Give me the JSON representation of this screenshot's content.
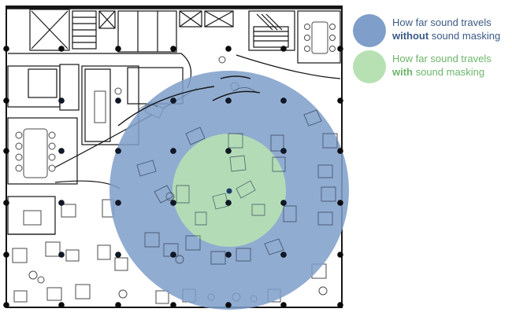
{
  "colors": {
    "without_masking": "#7f9ec9",
    "with_masking": "#b7e1b3",
    "without_text": "#3b5a86",
    "with_text": "#6cb56a",
    "walls": "#151515",
    "furniture": "#4a4a4a",
    "column": "#0b0b0b",
    "speaker_dot": "#1f3a66"
  },
  "legend": {
    "without": {
      "line1": "How far sound travels",
      "bold": "without",
      "rest": " sound masking"
    },
    "with": {
      "line1": "How far sound travels",
      "bold": "with",
      "rest": " sound masking"
    }
  }
}
